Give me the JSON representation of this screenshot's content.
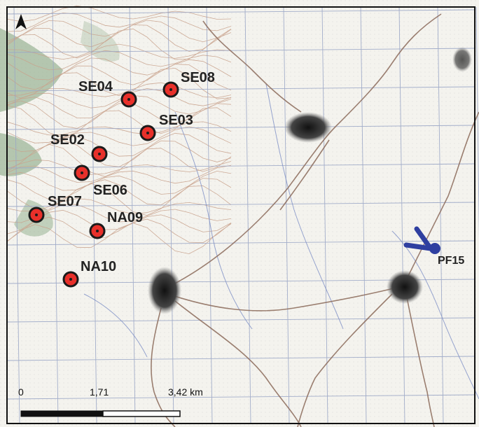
{
  "map": {
    "north_arrow": "north-arrow-icon",
    "turbine_sites": [
      {
        "id": "SE04"
      },
      {
        "id": "SE08"
      },
      {
        "id": "SE03"
      },
      {
        "id": "SE02"
      },
      {
        "id": "SE06"
      },
      {
        "id": "SE07"
      },
      {
        "id": "NA09"
      },
      {
        "id": "NA10"
      }
    ],
    "station": {
      "id": "PF15"
    },
    "scale_bar": {
      "labels": [
        "0",
        "1,71",
        "3,42 km"
      ]
    },
    "colors": {
      "site_fill": "#e8302a",
      "site_outline": "#1a1a1a",
      "station": "#2f3fa0",
      "town": "#2b2b2b",
      "road": "#8b6a5a",
      "grid": "#9aa6c6",
      "contour": "#c9a38d",
      "forest": "#9fb89a"
    }
  }
}
